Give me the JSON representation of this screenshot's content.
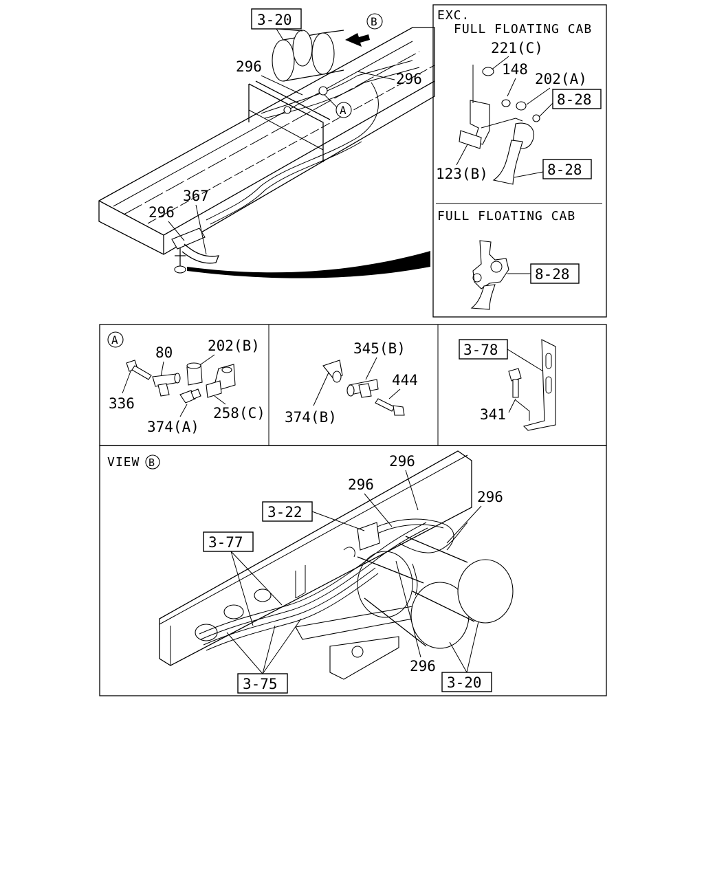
{
  "labels": {
    "top_ref_320": "3-20",
    "top_296_a": "296",
    "top_296_b": "296",
    "top_367": "367",
    "top_296_c": "296",
    "view_b_marker": "B",
    "callout_a_marker": "A",
    "exc_title_1": "EXC.",
    "exc_title_2": "FULL FLOATING CAB",
    "exc_221c": "221(C)",
    "exc_148": "148",
    "exc_202a": "202(A)",
    "exc_ref_828_a": "8-28",
    "exc_123b": "123(B)",
    "exc_ref_828_b": "8-28",
    "ffc_title": "FULL FLOATING CAB",
    "ffc_ref_828": "8-28",
    "a_marker": "A",
    "a_80": "80",
    "a_202b": "202(B)",
    "a_336": "336",
    "a_374a": "374(A)",
    "a_258c": "258(C)",
    "m_345b": "345(B)",
    "m_444": "444",
    "m_374b": "374(B)",
    "r_ref_378": "3-78",
    "r_341": "341",
    "view_title": "VIEW",
    "view_marker": "B",
    "v_296_top": "296",
    "v_296_mid": "296",
    "v_296_right": "296",
    "v_ref_322": "3-22",
    "v_ref_377": "3-77",
    "v_296_bottom": "296",
    "v_ref_375": "3-75",
    "v_ref_320": "3-20"
  }
}
